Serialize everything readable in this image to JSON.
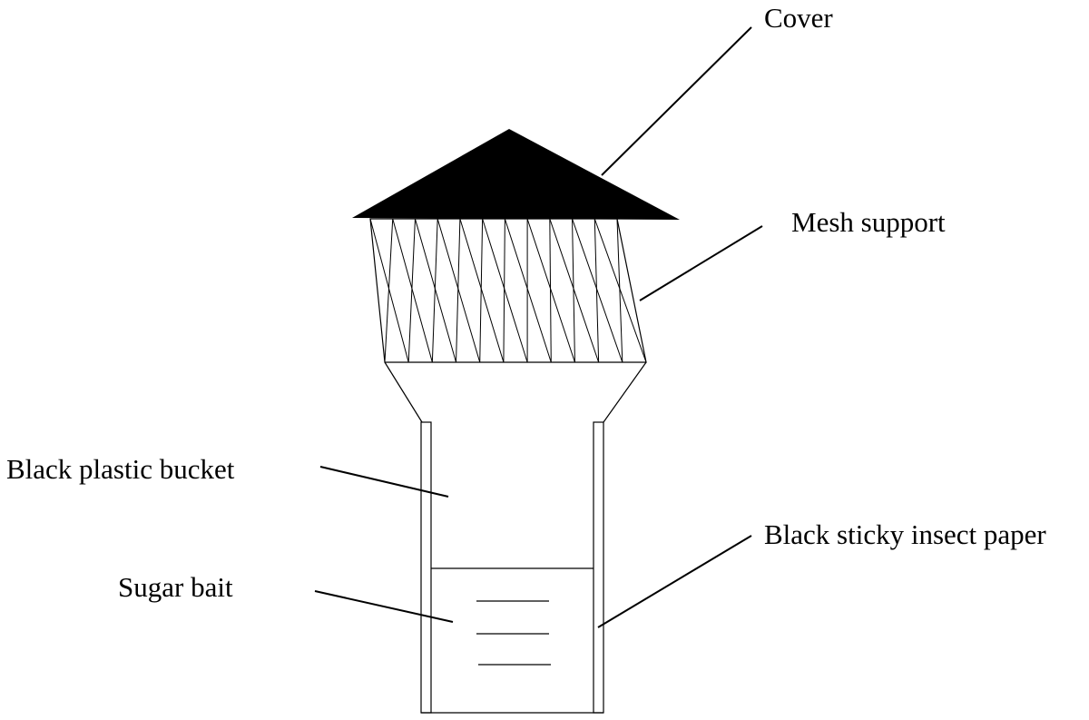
{
  "labels": {
    "cover": "Cover",
    "mesh_support": "Mesh support",
    "bucket": "Black plastic bucket",
    "sticky_paper": "Black sticky insect paper",
    "sugar_bait": "Sugar bait"
  },
  "colors": {
    "ink": "#000000",
    "background": "#ffffff"
  }
}
